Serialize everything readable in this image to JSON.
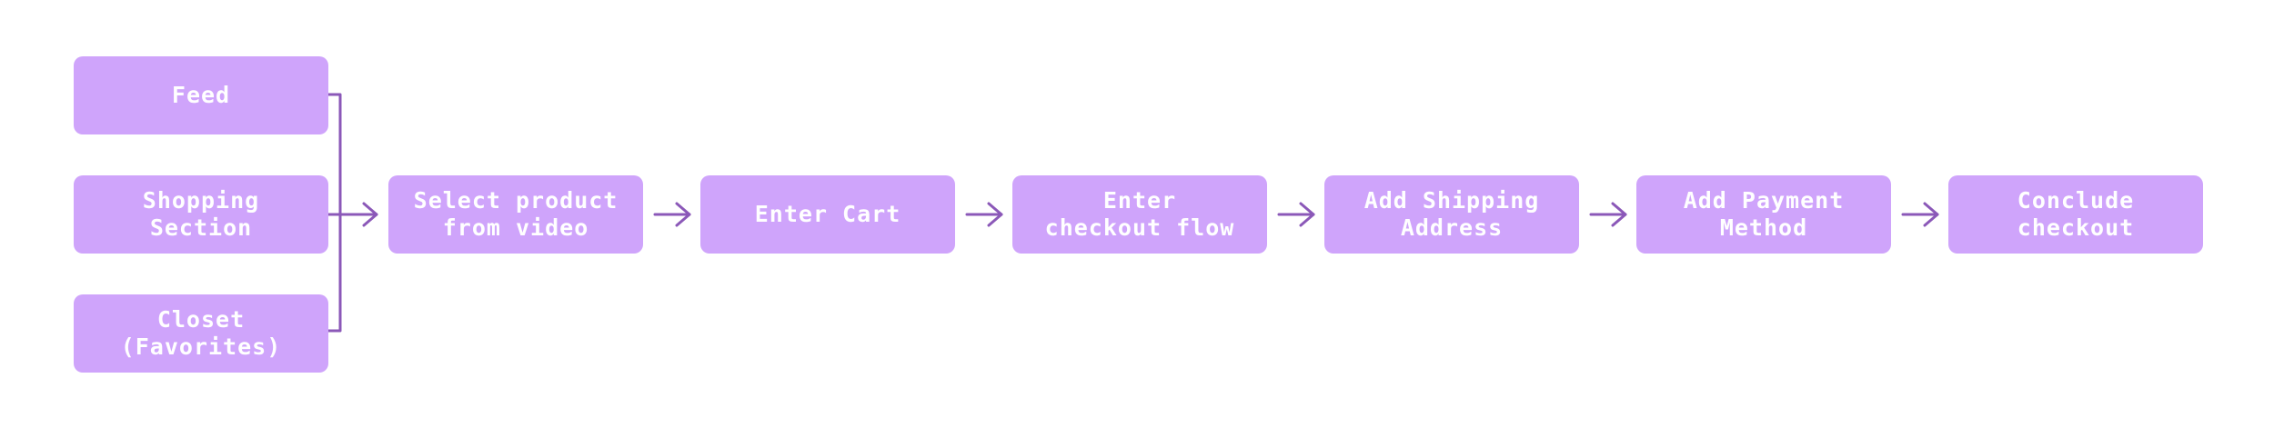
{
  "diagram": {
    "colors": {
      "node_fill": "#cfa4fb",
      "node_text": "#ffffff",
      "connector": "#8b58b8"
    },
    "sources": [
      {
        "id": "feed",
        "label": "Feed"
      },
      {
        "id": "shopping-section",
        "label": "Shopping\nSection"
      },
      {
        "id": "closet",
        "label": "Closet\n(Favorites)"
      }
    ],
    "steps": [
      {
        "id": "select-product",
        "label": "Select product\nfrom video"
      },
      {
        "id": "enter-cart",
        "label": "Enter Cart"
      },
      {
        "id": "enter-checkout",
        "label": "Enter\ncheckout flow"
      },
      {
        "id": "add-shipping",
        "label": "Add Shipping\nAddress"
      },
      {
        "id": "add-payment",
        "label": "Add Payment\nMethod"
      },
      {
        "id": "conclude-checkout",
        "label": "Conclude\ncheckout"
      }
    ]
  }
}
